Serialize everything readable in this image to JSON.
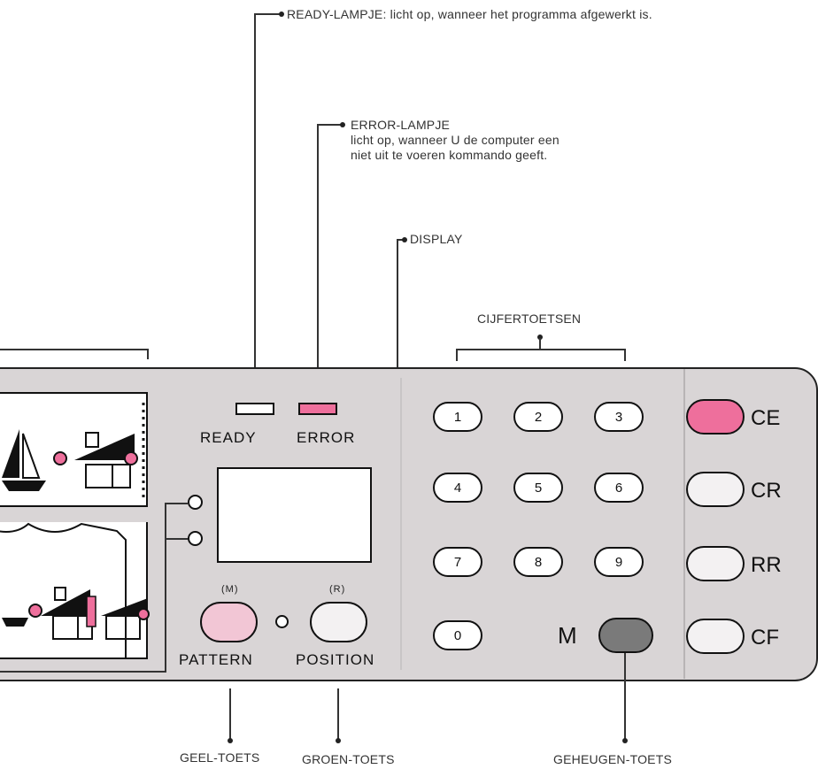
{
  "callouts": {
    "ready": "READY-LAMPJE: licht op, wanneer het programma afgewerkt is.",
    "error_title": "ERROR-LAMPJE",
    "error_line1": "licht op, wanneer U de computer een",
    "error_line2": "niet uit te voeren kommando geeft.",
    "display": "DISPLAY",
    "digits": "CIJFERTOETSEN",
    "yellow_key": "GEEL-TOETS",
    "green_key": "GROEN-TOETS",
    "memory_key": "GEHEUGEN-TOETS"
  },
  "panel": {
    "ready_label": "READY",
    "error_label": "ERROR",
    "pattern_label": "PATTERN",
    "position_label": "POSITION",
    "m_small": "(M)",
    "r_small": "(R)",
    "memory_label": "M",
    "digits": [
      "1",
      "2",
      "3",
      "4",
      "5",
      "6",
      "7",
      "8",
      "9",
      "0"
    ],
    "function_keys": [
      "CE",
      "CR",
      "RR",
      "CF"
    ]
  },
  "colors": {
    "panel": "#d9d5d6",
    "pink": "#ee6f9c",
    "light_pink": "#f2c6d5",
    "memory_key": "#7a7a7a"
  },
  "icons": {
    "sailboat": "sailboat-icon",
    "house": "house-icon"
  }
}
